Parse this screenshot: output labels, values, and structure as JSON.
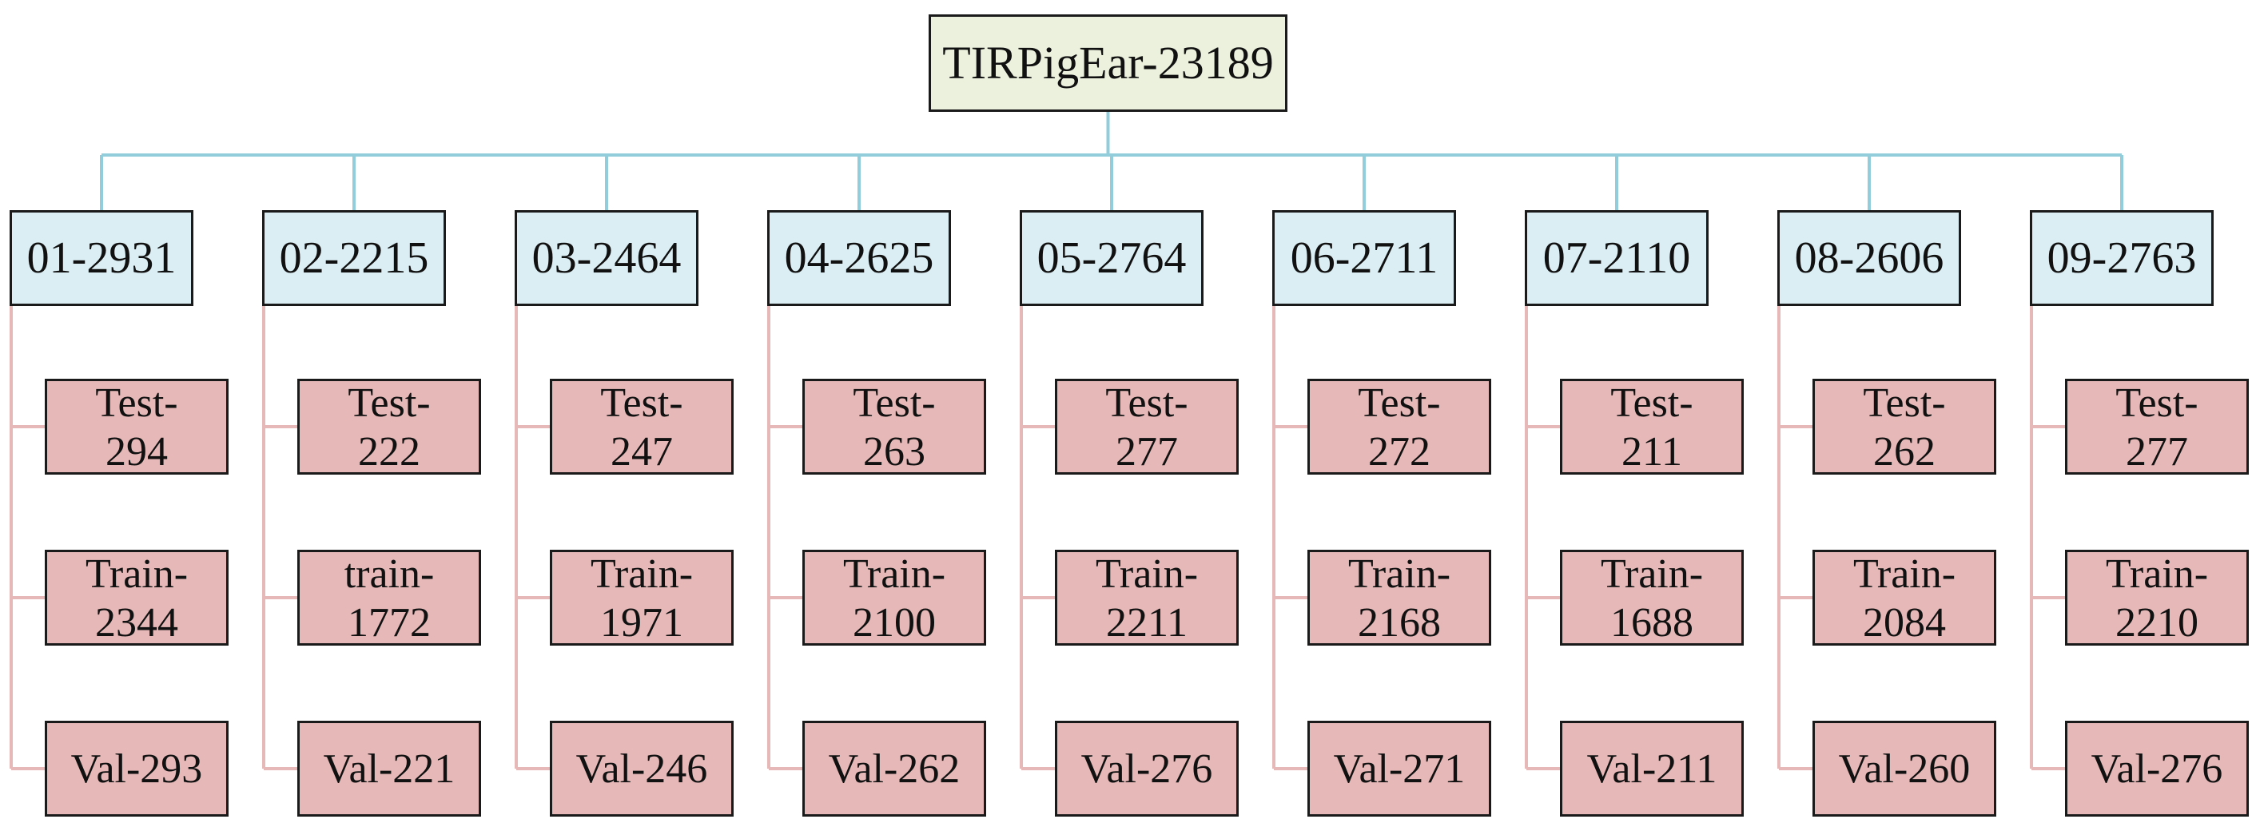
{
  "colors": {
    "root_fill": "#ebf1dd",
    "split_fill": "#dbeef3",
    "sub_fill": "#e6b9b8",
    "top_connector": "#92cddc",
    "sub_connector": "#e6b9b8"
  },
  "root": {
    "label": "TIRPigEar-23189"
  },
  "groups": [
    {
      "label": "01-2931",
      "children": [
        "Test-\n294",
        "Train-\n2344",
        "Val-293"
      ]
    },
    {
      "label": "02-2215",
      "children": [
        "Test-\n222",
        "train-\n1772",
        "Val-221"
      ]
    },
    {
      "label": "03-2464",
      "children": [
        "Test-\n247",
        "Train-\n1971",
        "Val-246"
      ]
    },
    {
      "label": "04-2625",
      "children": [
        "Test-\n263",
        "Train-\n2100",
        "Val-262"
      ]
    },
    {
      "label": "05-2764",
      "children": [
        "Test-\n277",
        "Train-\n2211",
        "Val-276"
      ]
    },
    {
      "label": "06-2711",
      "children": [
        "Test-\n272",
        "Train-\n2168",
        "Val-271"
      ]
    },
    {
      "label": "07-2110",
      "children": [
        "Test-\n211",
        "Train-\n1688",
        "Val-211"
      ]
    },
    {
      "label": "08-2606",
      "children": [
        "Test-\n262",
        "Train-\n2084",
        "Val-260"
      ]
    },
    {
      "label": "09-2763",
      "children": [
        "Test-\n277",
        "Train-\n2210",
        "Val-276"
      ]
    }
  ]
}
